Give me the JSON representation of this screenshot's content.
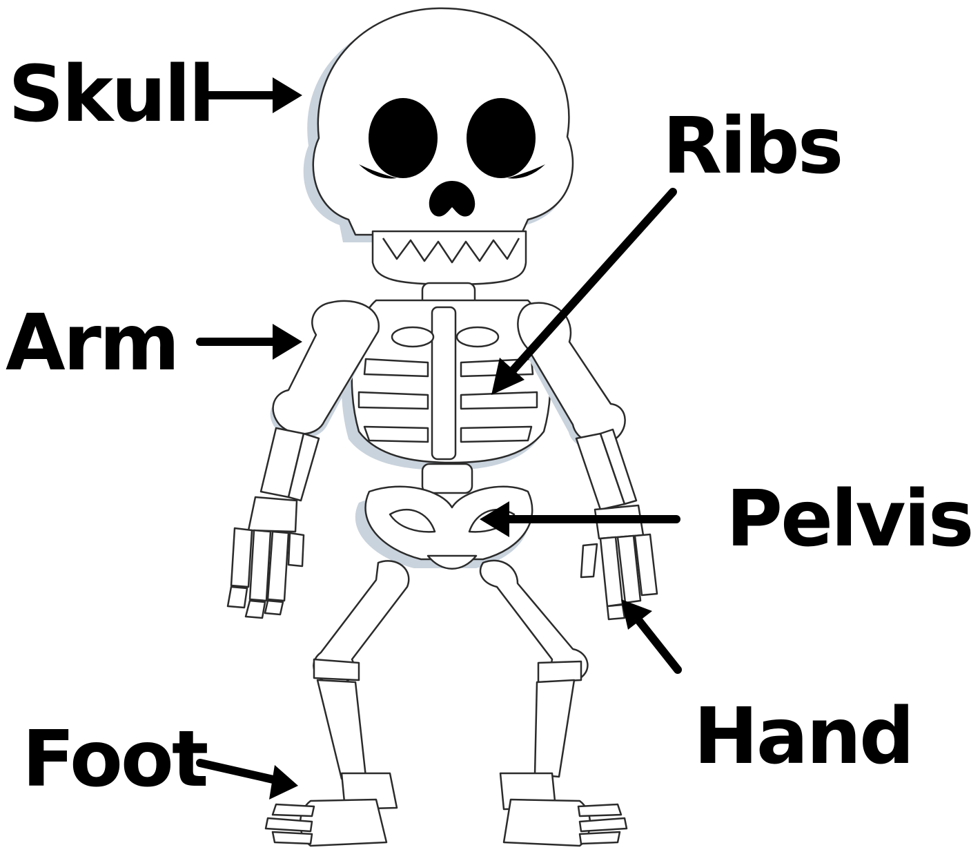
{
  "diagram": {
    "labels": {
      "skull": "Skull",
      "ribs": "Ribs",
      "arm": "Arm",
      "pelvis": "Pelvis",
      "foot": "Foot",
      "hand": "Hand"
    },
    "colors": {
      "ink": "#000000",
      "bone": "#ffffff",
      "bone_shadow": "#c9d3dd",
      "outline": "#2b2b2b"
    }
  }
}
